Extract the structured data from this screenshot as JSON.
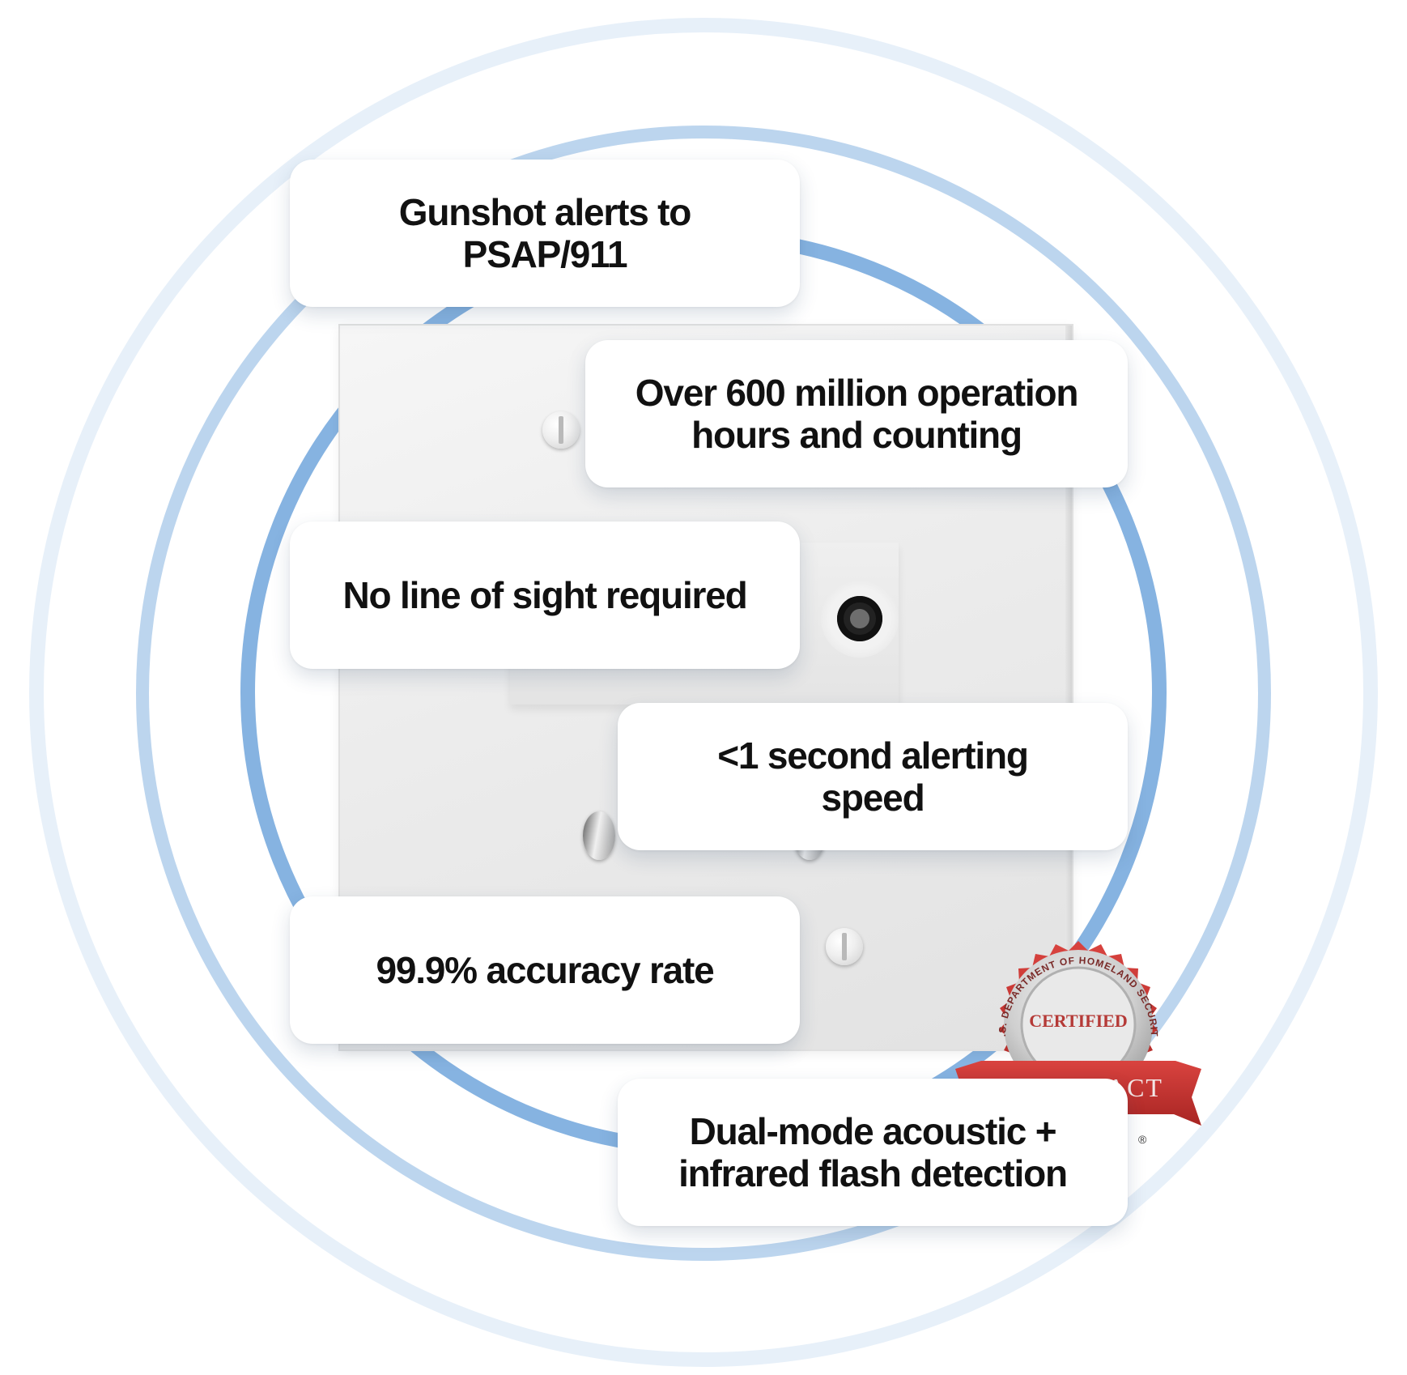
{
  "features": [
    {
      "id": "psap",
      "text": "Gunshot alerts to\nPSAP/911"
    },
    {
      "id": "hours",
      "text": "Over 600 million operation\nhours and counting"
    },
    {
      "id": "los",
      "text": "No line of sight required"
    },
    {
      "id": "speed",
      "text": "<1 second alerting\nspeed"
    },
    {
      "id": "accuracy",
      "text": "99.9% accuracy rate"
    },
    {
      "id": "dualmode",
      "text": "Dual-mode acoustic +\ninfrared flash detection"
    }
  ],
  "seal": {
    "arc_text": "U.S. DEPARTMENT OF HOMELAND SECURITY",
    "certified": "CERTIFIED",
    "banner": "SAFETY ACT",
    "registered": "®"
  },
  "colors": {
    "ring_outer": "#e7f0f9",
    "ring_mid": "#bcd5ee",
    "ring_inner": "#86b3e1",
    "seal_red": "#c8312f",
    "seal_silver": "#b8b8b8"
  }
}
